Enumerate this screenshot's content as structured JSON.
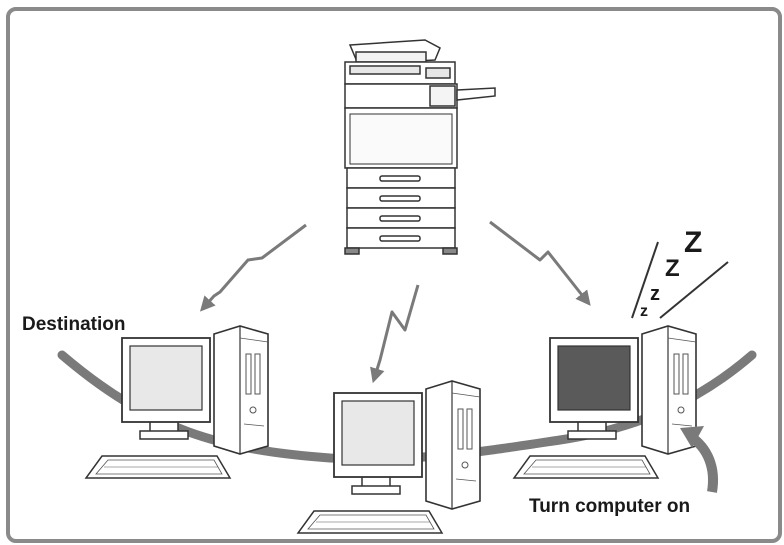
{
  "labels": {
    "destination": "Destination",
    "turn_on": "Turn computer on",
    "sleep_z": [
      "z",
      "z",
      "Z",
      "Z"
    ]
  },
  "colors": {
    "frame": "#8a8a8a",
    "line": "#7a7a7a",
    "screen_on": "#e8e8e8",
    "screen_off": "#5a5a5a",
    "device_fill": "#ffffff",
    "device_stroke": "#333333"
  },
  "icons": [
    "printer-icon",
    "computer-icon",
    "sleep-icon",
    "arrow-icon"
  ]
}
